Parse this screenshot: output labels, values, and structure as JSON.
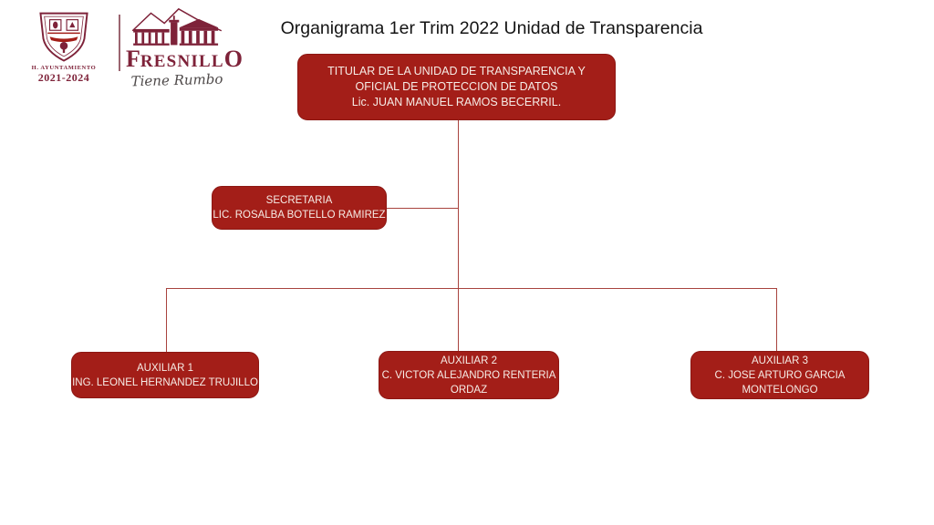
{
  "slide": {
    "title": "Organigrama 1er Trim 2022 Unidad de Transparencia"
  },
  "logo": {
    "council_label": "H. AYUNTAMIENTO",
    "council_term": "2021-2024",
    "wordmark": {
      "initial": "F",
      "middle": "RESNILL",
      "final": "O"
    },
    "tagline": "Tiene Rumbo"
  },
  "org_chart": {
    "root": {
      "lines": [
        "TITULAR DE LA UNIDAD DE TRANSPARENCIA Y",
        "OFICIAL DE PROTECCION DE DATOS",
        "Lic. JUAN MANUEL RAMOS BECERRIL."
      ]
    },
    "secretary": {
      "lines": [
        "SECRETARIA",
        "LIC. ROSALBA BOTELLO RAMIREZ"
      ]
    },
    "auxiliaries": [
      {
        "lines": [
          "AUXILIAR 1",
          "ING. LEONEL HERNANDEZ TRUJILLO"
        ]
      },
      {
        "lines": [
          "AUXILIAR 2",
          "C. VICTOR ALEJANDRO RENTERIA",
          "ORDAZ"
        ]
      },
      {
        "lines": [
          "AUXILIAR 3",
          "C. JOSE ARTURO GARCIA",
          "MONTELONGO"
        ]
      }
    ]
  },
  "colors": {
    "node_fill": "#a31e18",
    "node_text": "#f6ece6",
    "connector_line": "#a8433e",
    "brand_maroon": "#7e2239",
    "tagline_gray": "#4f4a4a",
    "title_text": "#141414"
  }
}
